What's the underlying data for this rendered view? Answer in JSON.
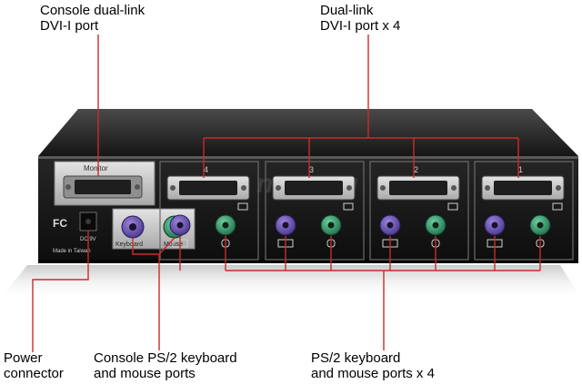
{
  "callouts": {
    "console_dvi": {
      "line1": "Console dual-link",
      "line2": "DVI-I port"
    },
    "dual_link": {
      "line1": "Dual-link",
      "line2": "DVI-I port x 4"
    },
    "power": {
      "line1": "Power",
      "line2": "connector"
    },
    "console_ps2": {
      "line1": "Console PS/2 keyboard",
      "line2": "and mouse ports"
    },
    "ps2_ports": {
      "line1": "PS/2 keyboard",
      "line2": "and mouse ports x 4"
    }
  },
  "panel": {
    "monitor_label": "Monitor",
    "keyboard_label": "Keyboard",
    "mouse_label": "Mouse",
    "fcc_mark": "FC",
    "dc_label": "DC 9V",
    "made_in": "Made in Taiwan",
    "port_numbers": [
      "4",
      "3",
      "2",
      "1"
    ],
    "watermark": "newegg"
  },
  "colors": {
    "callout_line": "#cc2a2a",
    "chassis": "#1c1c1c",
    "port_plate": "#c9c9c9",
    "keyboard_port": "#6a4fb0",
    "mouse_port": "#2f9a6a"
  }
}
